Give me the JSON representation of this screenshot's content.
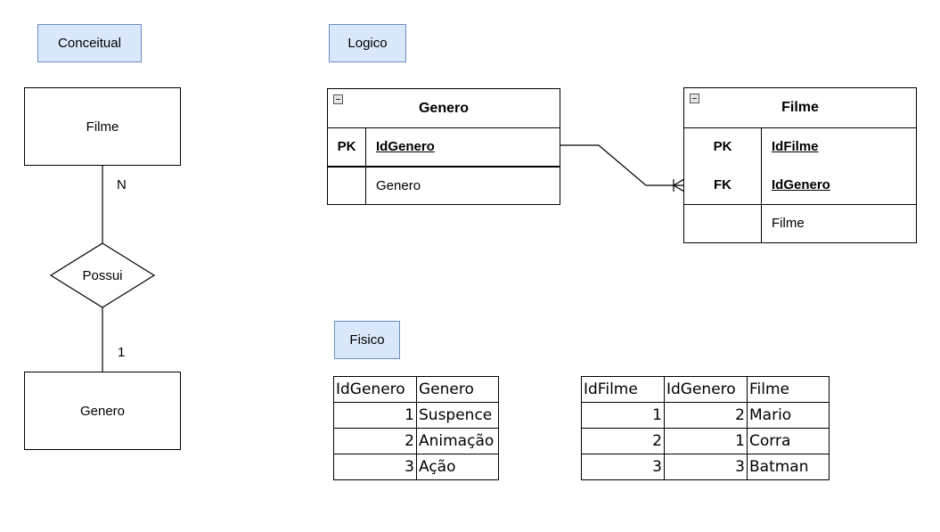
{
  "sections": {
    "conceitual": "Conceitual",
    "logico": "Logico",
    "fisico": "Fisico"
  },
  "conceptual": {
    "entity_top": "Filme",
    "entity_bottom": "Genero",
    "relationship": "Possui",
    "cardinality_top": "N",
    "cardinality_bottom": "1"
  },
  "logical": {
    "genero": {
      "title": "Genero",
      "rows": [
        {
          "key": "PK",
          "field": "IdGenero"
        },
        {
          "key": "",
          "field": "Genero"
        }
      ]
    },
    "filme": {
      "title": "Filme",
      "rows": [
        {
          "key": "PK",
          "field": "IdFilme"
        },
        {
          "key": "FK",
          "field": "IdGenero"
        },
        {
          "key": "",
          "field": "Filme"
        }
      ]
    }
  },
  "physical": {
    "genero": {
      "headers": [
        "IdGenero",
        "Genero"
      ],
      "rows": [
        [
          "1",
          "Suspence"
        ],
        [
          "2",
          "Animação"
        ],
        [
          "3",
          "Ação"
        ]
      ]
    },
    "filme": {
      "headers": [
        "IdFilme",
        "IdGenero",
        "Filme"
      ],
      "rows": [
        [
          "1",
          "2",
          "Mario"
        ],
        [
          "2",
          "1",
          "Corra"
        ],
        [
          "3",
          "3",
          "Batman"
        ]
      ]
    }
  },
  "colors": {
    "label_fill": "#dae8fc",
    "label_border": "#6c8ebf"
  }
}
